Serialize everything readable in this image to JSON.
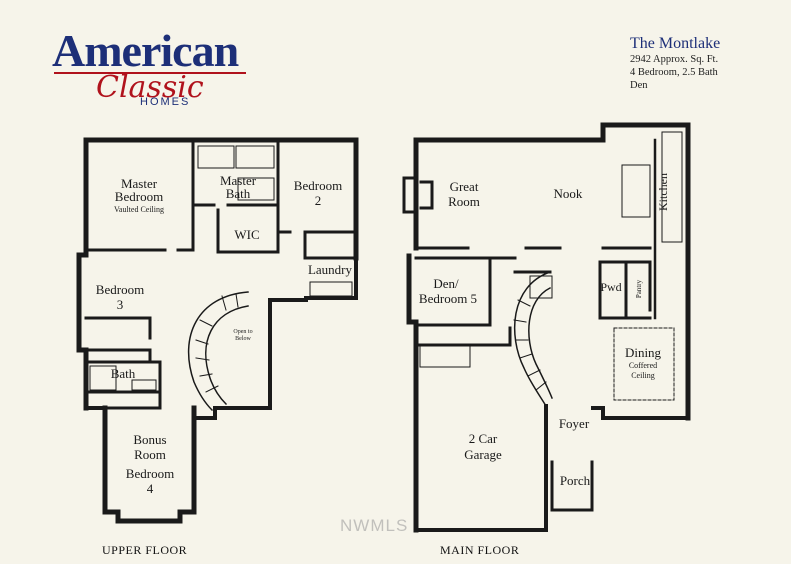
{
  "brand": {
    "name": "American",
    "script": "Classic",
    "sub": "HOMES"
  },
  "plan": {
    "name": "The Montlake",
    "sqft": "2942 Approx. Sq. Ft.",
    "beds_baths": "4 Bedroom, 2.5 Bath",
    "extra": "Den"
  },
  "upper": {
    "label": "UPPER FLOOR",
    "rooms": {
      "master_bed_1": "Master",
      "master_bed_2": "Bedroom",
      "vaulted": "Vaulted Ceiling",
      "master_bath_1": "Master",
      "master_bath_2": "Bath",
      "wic": "WIC",
      "bed2_1": "Bedroom",
      "bed2_2": "2",
      "laundry": "Laundry",
      "bed3_1": "Bedroom",
      "bed3_2": "3",
      "bath": "Bath",
      "open_1": "Open to",
      "open_2": "Below",
      "bonus_1": "Bonus",
      "bonus_2": "Room",
      "bonus_3": "Bedroom",
      "bonus_4": "4"
    }
  },
  "main": {
    "label": "MAIN FLOOR",
    "rooms": {
      "great_1": "Great",
      "great_2": "Room",
      "nook": "Nook",
      "kitchen": "Kitchen",
      "den_1": "Den/",
      "den_2": "Bedroom 5",
      "pwd": "Pwd",
      "pantry": "Pantry",
      "dining": "Dining",
      "coffered_1": "Coffered",
      "coffered_2": "Ceiling",
      "foyer": "Foyer",
      "garage_1": "2 Car",
      "garage_2": "Garage",
      "porch": "Porch"
    }
  },
  "watermark": "NWMLS"
}
